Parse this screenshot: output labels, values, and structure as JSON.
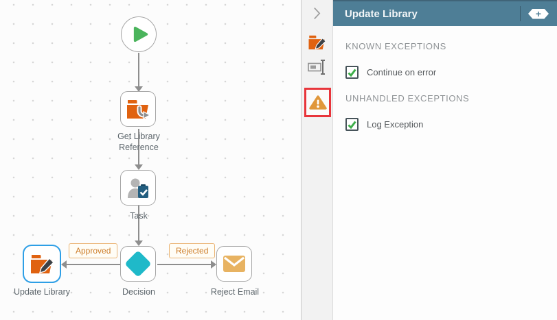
{
  "canvas": {
    "nodes": {
      "start": {
        "label": ""
      },
      "get_library_reference": {
        "label": "Get Library Reference"
      },
      "task": {
        "label": "Task"
      },
      "decision": {
        "label": "Decision"
      },
      "update_library": {
        "label": "Update Library",
        "selected": true
      },
      "reject_email": {
        "label": "Reject Email"
      }
    },
    "edge_labels": {
      "approved": "Approved",
      "rejected": "Rejected"
    }
  },
  "sidebar": {
    "icons": [
      "chevron-right",
      "folder-edit",
      "rename-field",
      "warning-triangle"
    ],
    "highlighted_icon": "warning-triangle"
  },
  "panel": {
    "title": "Update Library",
    "add_button": "+",
    "sections": [
      {
        "heading": "KNOWN EXCEPTIONS",
        "checkboxes": [
          {
            "label": "Continue on error",
            "checked": true
          }
        ]
      },
      {
        "heading": "UNHANDLED EXCEPTIONS",
        "checkboxes": [
          {
            "label": "Log Exception",
            "checked": true
          }
        ]
      }
    ]
  },
  "colors": {
    "header_teal": "#4e7e96",
    "selection_blue": "#2e9fe6",
    "highlight_red": "#e8353b",
    "icon_orange": "#e06210",
    "play_green": "#4bb45c",
    "diamond_teal": "#1fb9c9",
    "envelope_amber": "#e8b362",
    "warning_amber": "#e0973b",
    "check_green": "#3dae49"
  }
}
